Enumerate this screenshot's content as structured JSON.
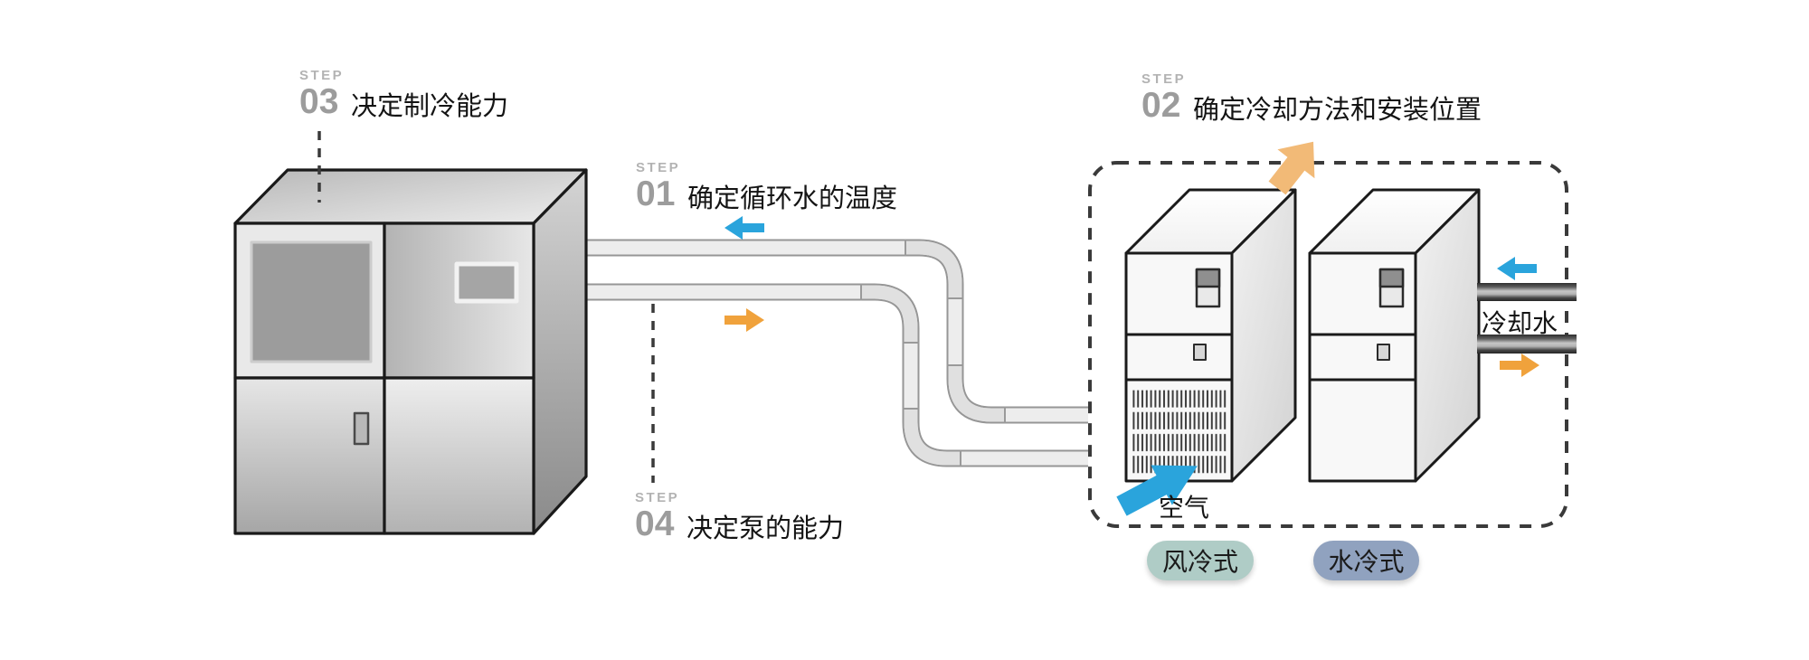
{
  "steps": {
    "step01": {
      "step_label": "STEP",
      "number": "01",
      "text": "确定循环水的温度"
    },
    "step02": {
      "step_label": "STEP",
      "number": "02",
      "text": "确定冷却方法和安装位置"
    },
    "step03": {
      "step_label": "STEP",
      "number": "03",
      "text": "决定制冷能力"
    },
    "step04": {
      "step_label": "STEP",
      "number": "04",
      "text": "决定泵的能力"
    }
  },
  "labels": {
    "air": "空气",
    "cooling_water": "冷却水"
  },
  "badges": {
    "air_cooled": {
      "label": "风冷式",
      "color": "#afccc6"
    },
    "water_cooled": {
      "label": "水冷式",
      "color": "#90a2bf"
    }
  },
  "colors": {
    "flow_cold_blue": "#2aa4dc",
    "flow_warm_orange": "#f0a23c",
    "exhaust_orange_light": "#f2ba77",
    "dash": "#3a3a3a",
    "text": "#141414",
    "step_label_gray": "#b3b3b3",
    "step_number_gray": "#9c9c9c"
  }
}
